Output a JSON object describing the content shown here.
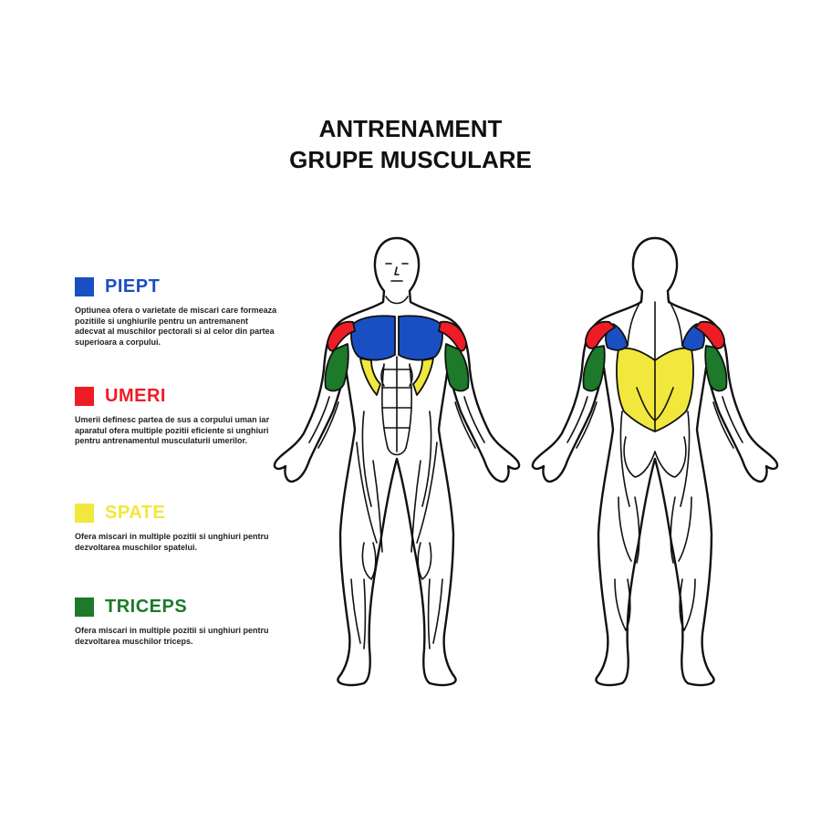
{
  "title": {
    "line1": "ANTRENAMENT",
    "line2": "GRUPE MUSCULARE"
  },
  "colors": {
    "blue": "#1a4fc4",
    "red": "#ee1c25",
    "yellow": "#f2e73c",
    "green": "#1c7a2a"
  },
  "legend": [
    {
      "label": "PIEPT",
      "color": "#1a4fc4",
      "description": "Optiunea ofera o varietate de miscari care formeaza pozitiile si unghiurile pentru un antremanent adecvat al muschilor pectorali si al celor din partea superioara a corpului."
    },
    {
      "label": "UMERI",
      "color": "#ee1c25",
      "description": "Umerii definesc partea de sus a corpului uman iar aparatul ofera multiple pozitii eficiente si unghiuri pentru antrenamentul musculaturii umerilor."
    },
    {
      "label": "SPATE",
      "color": "#f2e73c",
      "description": "Ofera miscari in multiple pozitii si unghiuri pentru dezvoltarea muschilor spatelui."
    },
    {
      "label": "TRICEPS",
      "color": "#1c7a2a",
      "description": "Ofera miscari in multiple pozitii si unghiuri pentru dezvoltarea muschilor triceps."
    }
  ]
}
